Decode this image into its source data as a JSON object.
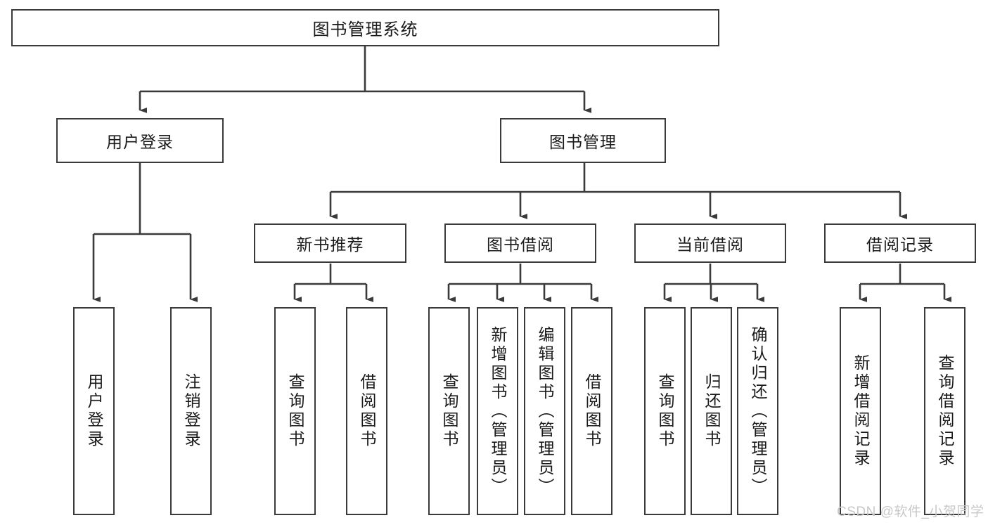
{
  "diagram": {
    "title": "图书管理系统",
    "type": "tree-hierarchy-chart",
    "root": {
      "id": "root",
      "label": "图书管理系统"
    },
    "level2": [
      {
        "id": "user-login",
        "label": "用户登录"
      },
      {
        "id": "book-management",
        "label": "图书管理"
      }
    ],
    "level3": [
      {
        "id": "new-book-recommend",
        "label": "新书推荐"
      },
      {
        "id": "book-borrow",
        "label": "图书借阅"
      },
      {
        "id": "current-borrow",
        "label": "当前借阅"
      },
      {
        "id": "borrow-record",
        "label": "借阅记录"
      }
    ],
    "leaves": {
      "user_login": [
        {
          "id": "leaf-user-login",
          "label": "用户登录"
        },
        {
          "id": "leaf-logout",
          "label": "注销登录"
        }
      ],
      "new_book_recommend": [
        {
          "id": "leaf-query-book-1",
          "label": "查询图书"
        },
        {
          "id": "leaf-borrow-book-1",
          "label": "借阅图书"
        }
      ],
      "book_borrow": [
        {
          "id": "leaf-query-book-2",
          "label": "查询图书"
        },
        {
          "id": "leaf-add-book",
          "label": "新增图书（管理员）"
        },
        {
          "id": "leaf-edit-book",
          "label": "编辑图书（管理员）"
        },
        {
          "id": "leaf-borrow-book-2",
          "label": "借阅图书"
        }
      ],
      "current_borrow": [
        {
          "id": "leaf-query-book-3",
          "label": "查询图书"
        },
        {
          "id": "leaf-return-book",
          "label": "归还图书"
        },
        {
          "id": "leaf-confirm-return",
          "label": "确认归还（管理员）"
        }
      ],
      "borrow_record": [
        {
          "id": "leaf-add-record",
          "label": "新增借阅记录"
        },
        {
          "id": "leaf-query-record",
          "label": "查询借阅记录"
        }
      ]
    }
  },
  "watermark": {
    "text": "CSDN @软件_小贺同学"
  },
  "colors": {
    "stroke": "#3a3a3a",
    "box_fill": "#ffffff",
    "text": "#1a1a1a",
    "watermark": "#c8c8c8",
    "background": "#ffffff"
  }
}
